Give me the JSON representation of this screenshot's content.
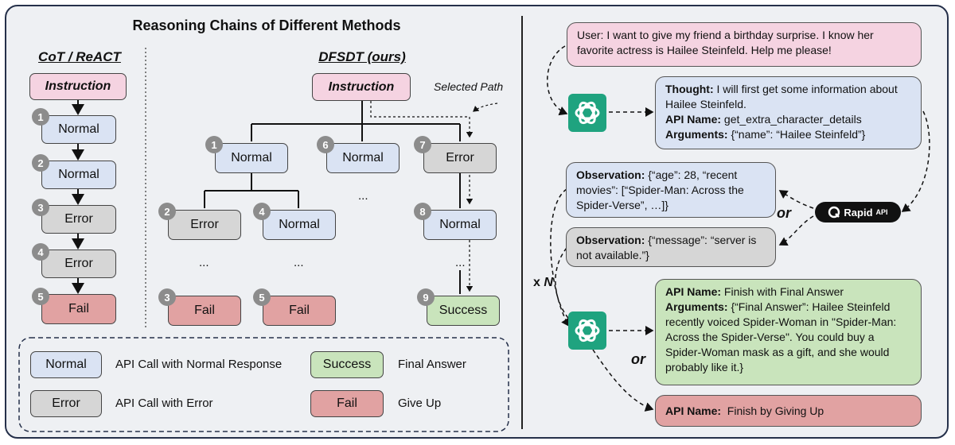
{
  "title": "Reasoning Chains of Different Methods",
  "cot": {
    "heading": "CoT / ReACT",
    "instruction": "Instruction",
    "steps": [
      {
        "num": "1",
        "label": "Normal"
      },
      {
        "num": "2",
        "label": "Normal"
      },
      {
        "num": "3",
        "label": "Error"
      },
      {
        "num": "4",
        "label": "Error"
      },
      {
        "num": "5",
        "label": "Fail"
      }
    ]
  },
  "dfsdt": {
    "heading": "DFSDT (ours)",
    "instruction": "Instruction",
    "selected_path": "Selected Path",
    "nodes": [
      {
        "num": "1",
        "label": "Normal"
      },
      {
        "num": "6",
        "label": "Normal"
      },
      {
        "num": "7",
        "label": "Error"
      },
      {
        "num": "2",
        "label": "Error"
      },
      {
        "num": "4",
        "label": "Normal"
      },
      {
        "num": "8",
        "label": "Normal"
      },
      {
        "num": "3",
        "label": "Fail"
      },
      {
        "num": "5",
        "label": "Fail"
      },
      {
        "num": "9",
        "label": "Success"
      }
    ],
    "ellipsis": "..."
  },
  "legend": [
    {
      "box": "Normal",
      "text": "API Call with Normal Response"
    },
    {
      "box": "Success",
      "text": "Final Answer"
    },
    {
      "box": "Error",
      "text": "API Call with Error"
    },
    {
      "box": "Fail",
      "text": "Give Up"
    }
  ],
  "right": {
    "user": "User: I want to give my friend a birthday surprise. I know her favorite actress is Hailee Steinfeld. Help me please!",
    "thought": {
      "thought_key": "Thought:",
      "thought_val": " I will first get some information about Hailee Steinfeld.",
      "api_key": "API Name:",
      "api_val": " get_extra_character_details",
      "args_key": "Arguments:",
      "args_val": " {“name”: “Hailee Steinfeld”}"
    },
    "obs1": {
      "key": "Observation:",
      "val": " {“age”: 28, “recent movies”: [“Spider-Man: Across the Spider-Verse”, …]}"
    },
    "obs2": {
      "key": "Observation:",
      "val": " {“message”: “server is not available.”}"
    },
    "or": "or",
    "repeat": "x ",
    "repeat_n": "N",
    "rapid": {
      "brand": "Rapid",
      "suffix": "API"
    },
    "final": {
      "api_key": "API Name:",
      "api_val": "  Finish with Final Answer",
      "args_key": "Arguments:",
      "args_val": " {“Final Answer”: Hailee Steinfeld recently voiced Spider-Woman in \"Spider-Man: Across the Spider-Verse\".  You could buy a Spider-Woman mask as a gift, and she would probably like it.}"
    },
    "giveup": {
      "api_key": "API Name:",
      "api_val": "  Finish by Giving Up"
    }
  },
  "colors": {
    "normal": "#dae3f3",
    "error": "#d6d6d6",
    "fail": "#e1a2a2",
    "success": "#c9e4bc",
    "instruction": "#f5d3e1",
    "openai": "#1fa37f"
  },
  "icons": [
    "openai-icon",
    "rapidapi-logo"
  ]
}
